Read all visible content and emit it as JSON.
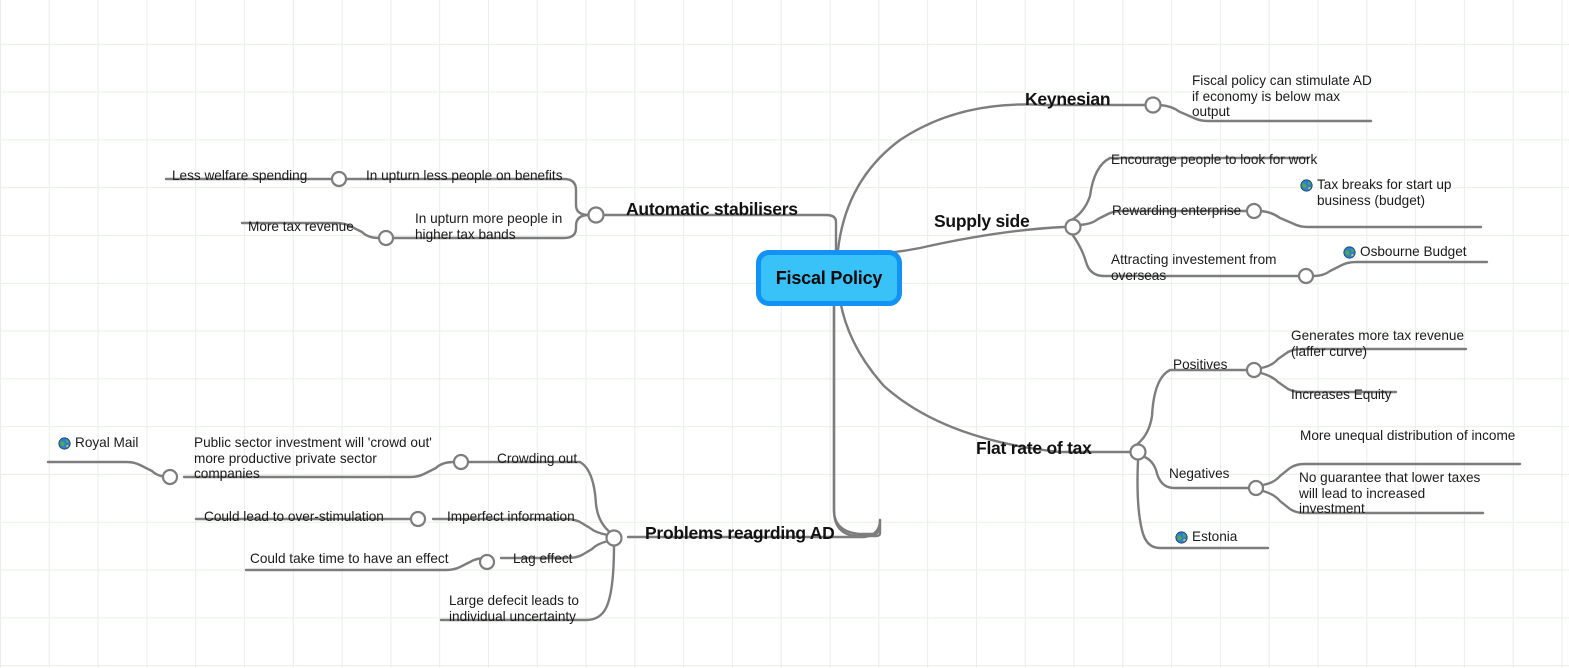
{
  "diagram": {
    "title": "Fiscal Policy",
    "type": "mind-map",
    "background": "#ffffff",
    "grid_color": "#e9efe6",
    "line_color": "#7d7d7d"
  },
  "root": {
    "label": "Fiscal Policy",
    "fill": "#39c2f7",
    "border": "#1392f5",
    "text_color": "#0a0a0a"
  },
  "branches": {
    "automatic_stabilisers": {
      "label": "Automatic stabilisers",
      "children": {
        "upturn_benefits": {
          "label": "In upturn less people on benefits",
          "children": {
            "less_welfare": {
              "label": "Less welfare spending"
            }
          }
        },
        "upturn_tax_bands": {
          "label": "In upturn more people in\nhigher tax bands",
          "children": {
            "more_tax_revenue": {
              "label": "More tax revenue"
            }
          }
        }
      }
    },
    "keynesian": {
      "label": "Keynesian",
      "children": {
        "stimulate_ad": {
          "label": "Fiscal policy can stimulate AD\nif economy is below max\noutput"
        }
      }
    },
    "supply_side": {
      "label": "Supply side",
      "children": {
        "encourage_work": {
          "label": "Encourage people to look for work"
        },
        "rewarding_enterprise": {
          "label": "Rewarding enterprise",
          "children": {
            "tax_breaks": {
              "label": "Tax breaks for start up\nbusiness (budget)",
              "icon": "globe-icon"
            }
          }
        },
        "attracting_investment": {
          "label": "Attracting investement from\noverseas",
          "children": {
            "osbourne_budget": {
              "label": "Osbourne Budget",
              "icon": "globe-icon"
            }
          }
        }
      }
    },
    "flat_rate_of_tax": {
      "label": "Flat rate of tax",
      "children": {
        "positives": {
          "label": "Positives",
          "children": {
            "laffer": {
              "label": "Generates more tax revenue\n(laffer curve)"
            },
            "equity": {
              "label": "Increases Equity"
            }
          }
        },
        "negatives": {
          "label": "Negatives",
          "children": {
            "unequal": {
              "label": "More unequal distribution of income"
            },
            "no_guarantee": {
              "label": "No guarantee that lower taxes\nwill lead to increased\ninvestment"
            }
          }
        },
        "estonia": {
          "label": "Estonia",
          "icon": "globe-icon"
        }
      }
    },
    "problems_ad": {
      "label": "Problems reagrding AD",
      "children": {
        "crowding_out": {
          "label": "Crowding out",
          "children": {
            "crowd_out_detail": {
              "label": "Public sector investment will 'crowd out'\nmore productive private sector\ncompanies",
              "children": {
                "royal_mail": {
                  "label": "Royal Mail",
                  "icon": "globe-icon"
                }
              }
            }
          }
        },
        "imperfect_information": {
          "label": "Imperfect information",
          "children": {
            "over_stimulation": {
              "label": "Could lead to over-stimulation"
            }
          }
        },
        "lag_effect": {
          "label": "Lag effect",
          "children": {
            "take_time": {
              "label": "Could take time to have an effect"
            }
          }
        },
        "large_deficit": {
          "label": "Large defecit leads to\nindividual uncertainty"
        }
      }
    }
  }
}
